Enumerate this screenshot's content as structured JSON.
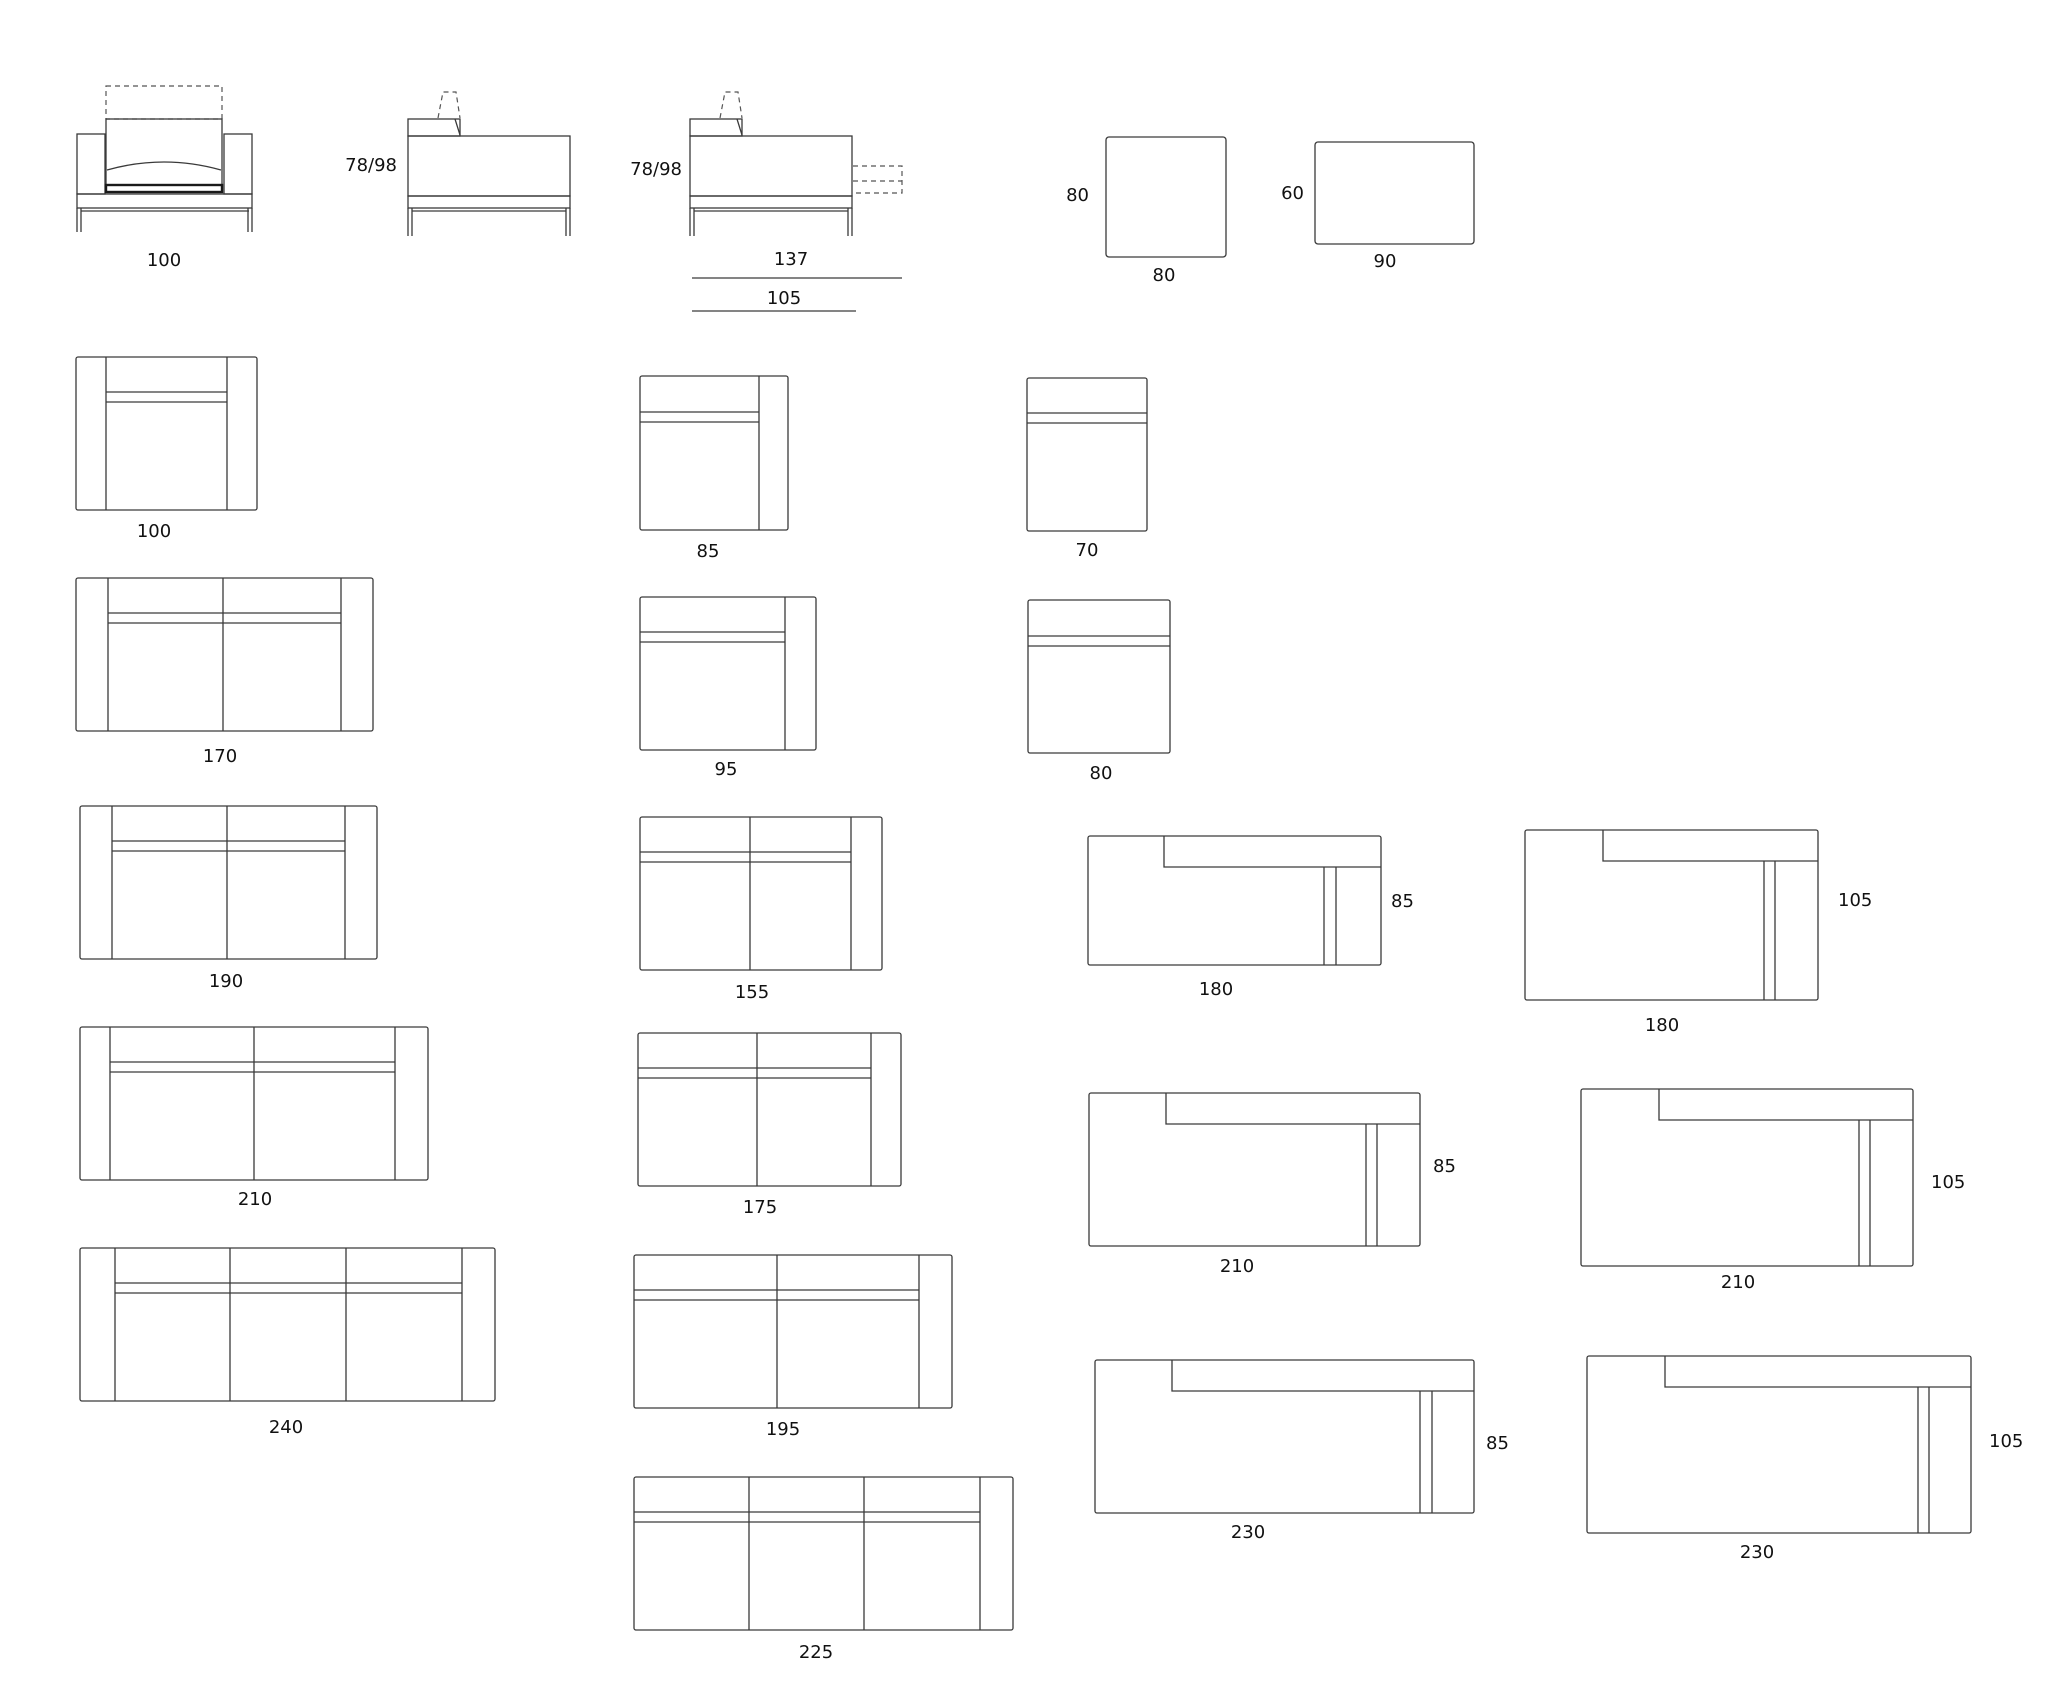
{
  "elevations": {
    "armchair_front": "100",
    "side_height": "78/98",
    "chaise_side_height": "78/98",
    "chaise_depth_extended": "137",
    "chaise_depth": "105"
  },
  "ottomans": {
    "square": {
      "height": "80",
      "width": "80"
    },
    "rect": {
      "height": "60",
      "width": "90"
    }
  },
  "sofas_two_arms": [
    "100",
    "170",
    "190",
    "210",
    "240"
  ],
  "sofas_one_arm": [
    "85",
    "95",
    "155",
    "175",
    "195",
    "225"
  ],
  "armless": [
    "70",
    "80"
  ],
  "chaise_85": {
    "depth": "85",
    "widths": [
      "180",
      "210",
      "230"
    ]
  },
  "chaise_105": {
    "depth": "105",
    "widths": [
      "180",
      "210",
      "230"
    ]
  }
}
